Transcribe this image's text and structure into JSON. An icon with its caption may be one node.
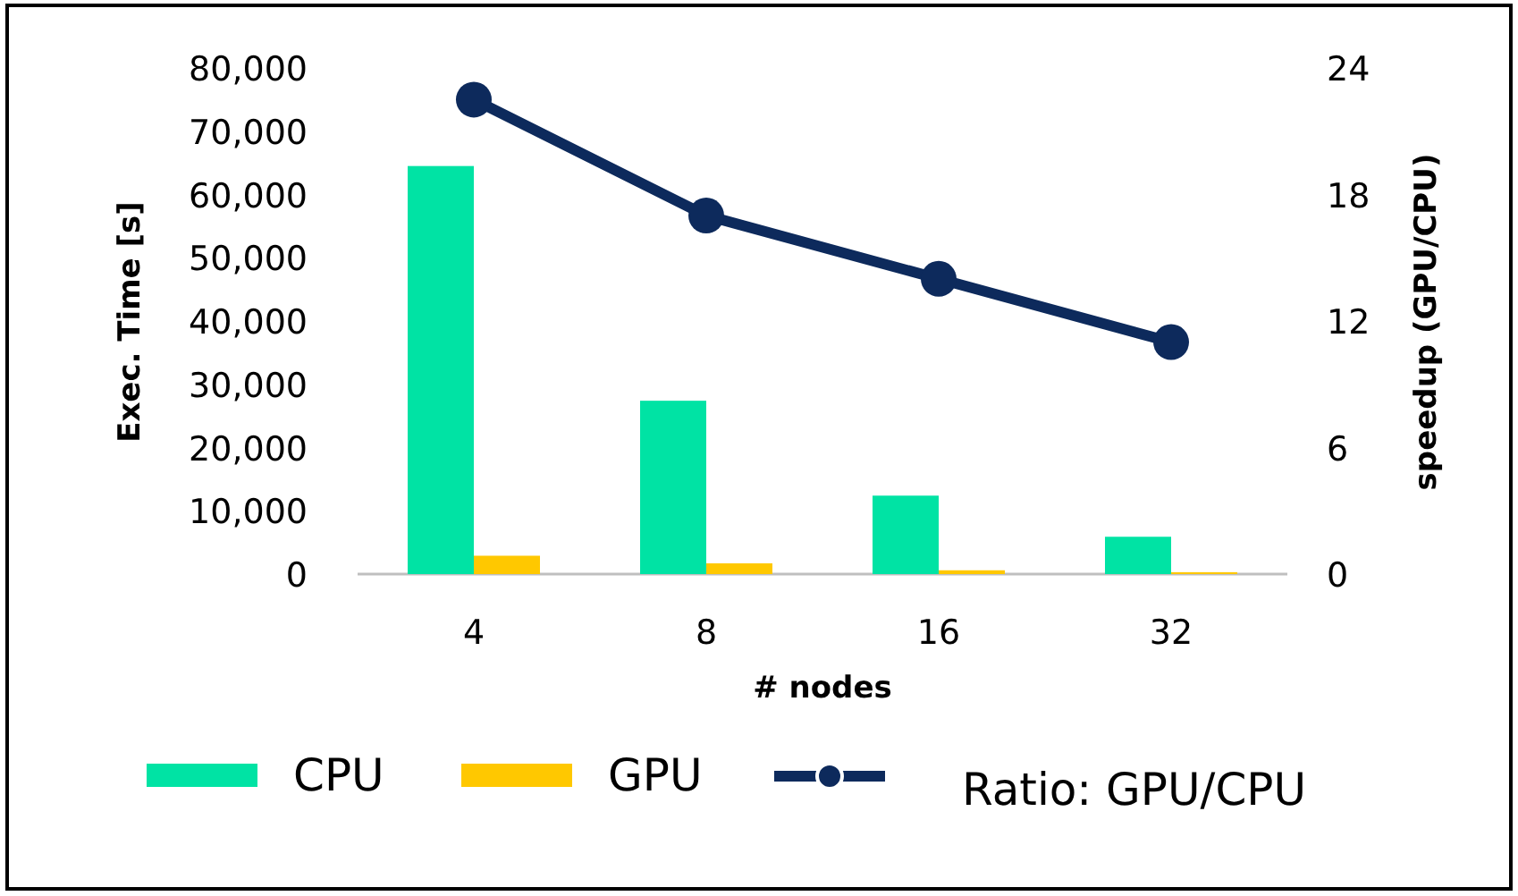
{
  "diagram": {
    "chart_data": {
      "type": "bar",
      "xlabel": "# nodes",
      "ylabel": "Exec. Time [s]",
      "y2label": "speedup (GPU/CPU)",
      "categories": [
        "4",
        "8",
        "16",
        "32"
      ],
      "series": [
        {
          "name": "CPU",
          "color": "#00e3a4",
          "values": [
            64500,
            27400,
            12400,
            5900
          ]
        },
        {
          "name": "GPU",
          "color": "#ffc800",
          "values": [
            2900,
            1700,
            600,
            300
          ]
        },
        {
          "name": "Ratio: GPU/CPU",
          "color": "#0d2a5c",
          "type": "line",
          "axis": "y2",
          "marker": "circle",
          "values": [
            22.5,
            17,
            14,
            11
          ]
        }
      ],
      "ylim": [
        0,
        80000
      ],
      "yticks": [
        {
          "value": 0,
          "label": "0"
        },
        {
          "value": 10000,
          "label": "10,000"
        },
        {
          "value": 20000,
          "label": "20,000"
        },
        {
          "value": 30000,
          "label": "30,000"
        },
        {
          "value": 40000,
          "label": "40,000"
        },
        {
          "value": 50000,
          "label": "50,000"
        },
        {
          "value": 60000,
          "label": "60,000"
        },
        {
          "value": 70000,
          "label": "70,000"
        },
        {
          "value": 80000,
          "label": "80,000"
        }
      ],
      "y2lim": [
        0,
        24
      ],
      "y2ticks": [
        0,
        6,
        12,
        18,
        24
      ]
    }
  }
}
